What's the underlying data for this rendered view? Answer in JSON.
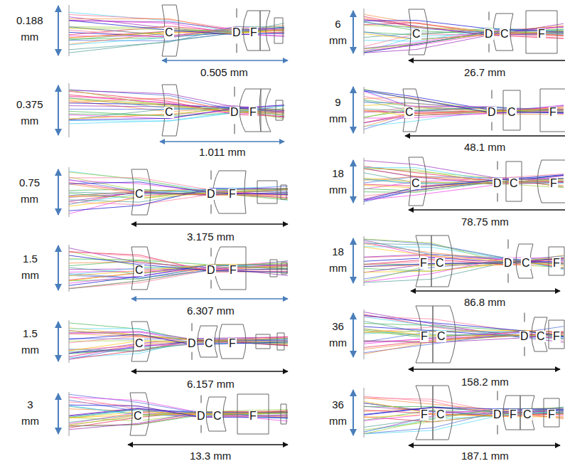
{
  "diagram": {
    "labels": [
      "0.188 mm",
      "C",
      "D",
      "F",
      "0.505 mm",
      "0.375 mm",
      "C",
      "D",
      "F",
      "1.011 mm",
      "0.75 mm",
      "C",
      "D",
      "F",
      "3.175 mm",
      "1.5 mm",
      "C",
      "D",
      "F",
      "6.307 mm",
      "1.5 mm",
      "C",
      "D",
      "C",
      "F",
      "6.157 mm",
      "3 mm",
      "C",
      "D",
      "C",
      "F",
      "13.3 mm",
      "6 mm",
      "C",
      "D",
      "C",
      "F",
      "26.7 mm",
      "9 mm",
      "C",
      "D",
      "C",
      "F",
      "48.1 mm",
      "18 mm",
      "C",
      "D",
      "C",
      "F",
      "78.75 mm",
      "18 mm",
      "F",
      "C",
      "D",
      "C",
      "F",
      "86.8 mm",
      "36 mm",
      "F",
      "C",
      "D",
      "C",
      "F",
      "158.2 mm",
      "36 mm",
      "F",
      "C",
      "D",
      "F",
      "C",
      "F",
      "187.1 mm"
    ]
  }
}
